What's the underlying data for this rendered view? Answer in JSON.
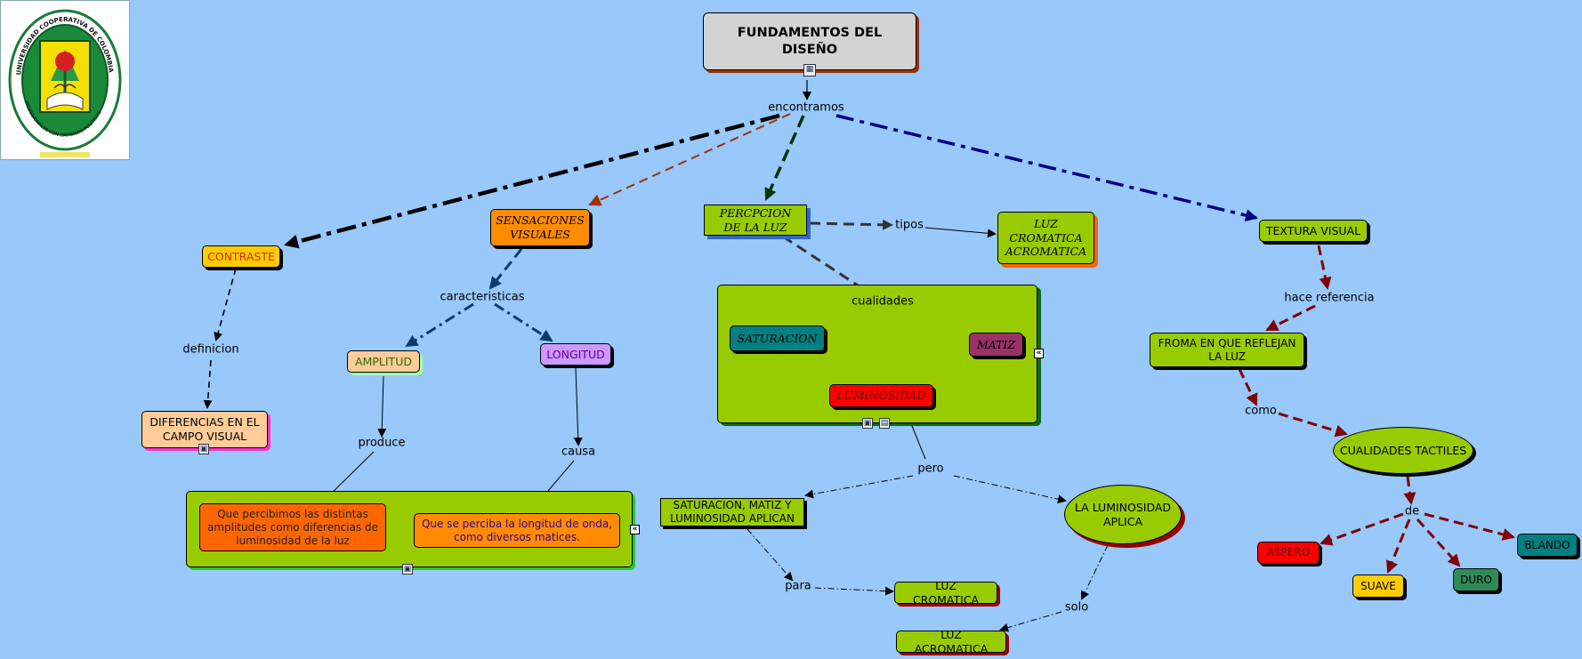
{
  "logo": {
    "arc_top": "UNIVERSIDAD COOPERATIVA DE COLOMBIA",
    "arc_bottom": "PROFESIONALES CON CRITERIOS POLITICOS"
  },
  "nodes": {
    "title": "FUNDAMENTOS DEL DISEÑO",
    "contraste": "CONTRASTE",
    "sensaciones": "SENSACIONES VISUALES",
    "percepcion": "PERCPCION DE LA LUZ",
    "luz_cromatica_acromatica": "LUZ CROMATICA ACROMATICA",
    "textura": "TEXTURA VISUAL",
    "diferencias": "DIFERENCIAS EN EL CAMPO VISUAL",
    "amplitud": "AMPLITUD",
    "longitud": "LONGITUD",
    "amplitudes_desc": "Que percibimos las distintas amplitudes como diferencias de luminosidad de la luz",
    "longitud_desc": "Que se perciba la longitud de onda, como diversos matices.",
    "saturacion": "SATURACION",
    "matiz": "MATIZ",
    "luminosidad": "LUMINOSIDAD",
    "sat_matiz_lum": "SATURACION, MATIZ Y LUMINOSIDAD APLICAN",
    "la_luminosidad": "LA LUMINOSIDAD APLICA",
    "luz_cromatica": "LUZ CROMATICA",
    "luz_acromatica": "LUZ ACROMATICA",
    "forma": "FROMA EN QUE REFLEJAN LA LUZ",
    "cualidades_tactiles": "CUALIDADES TACTILES",
    "aspero": "ASPERO",
    "suave": "SUAVE",
    "duro": "DURO",
    "blando": "BLANDO"
  },
  "labels": {
    "encontramos": "encontramos",
    "tipos": "tipos",
    "caracteristicas": "caracteristicas",
    "definicion": "definicion",
    "produce": "produce",
    "causa": "causa",
    "cualidades": "cualidades",
    "pero": "pero",
    "para": "para",
    "solo": "solo",
    "hace_referencia": "hace referencia",
    "como": "como",
    "de": "de"
  },
  "colors": {
    "background": "#99c8fb",
    "green_node": "#99cc00",
    "orange": "#ff8c00",
    "yellow": "#ffcc00",
    "peach": "#ffcc99",
    "violet": "#cc99ff",
    "teal": "#008080",
    "plum": "#993366",
    "red": "#ff0000",
    "dark_red_link": "#800000",
    "navy_link": "#000080",
    "dark_green_link": "#003300"
  },
  "icons": [
    "map-icon",
    "image-icon",
    "document-icon",
    "collapse-icon"
  ]
}
